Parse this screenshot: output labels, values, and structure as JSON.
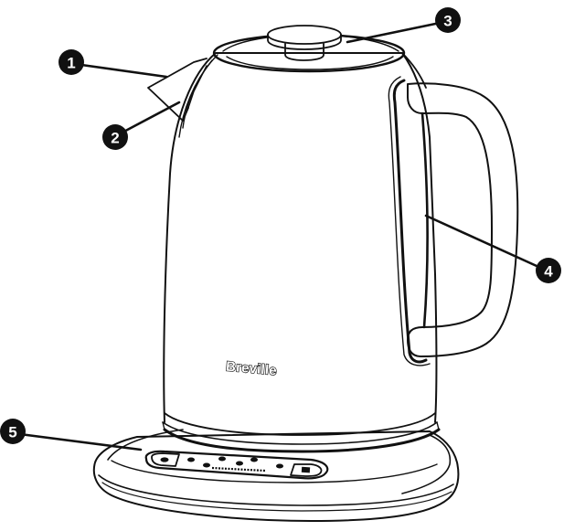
{
  "figure": {
    "subject": "Electric kettle with base",
    "brand_logo_text": "Breville",
    "line_color": "#111111",
    "background_color": "#ffffff"
  },
  "callouts": [
    {
      "number": "1",
      "target": "spout-top"
    },
    {
      "number": "2",
      "target": "spout-lower"
    },
    {
      "number": "3",
      "target": "lid"
    },
    {
      "number": "4",
      "target": "handle"
    },
    {
      "number": "5",
      "target": "base"
    }
  ],
  "control_panel": {
    "button_count": 2,
    "indicator_dots": 6
  }
}
